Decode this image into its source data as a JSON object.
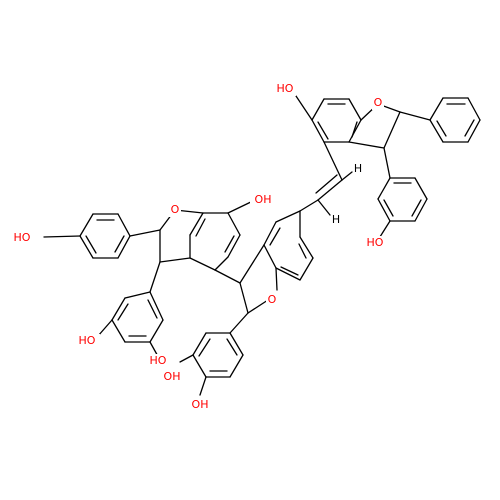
{
  "colors": {
    "background": "#ffffff",
    "bond": "#000000",
    "oxygen": "#ff0000",
    "hydrogen": "#000000"
  },
  "labels": {
    "ho_top_left": "HO",
    "o_top_ring": "O",
    "h_vinyl_1": "H",
    "h_vinyl_2": "H",
    "ho_top_phenyl": "HO",
    "oh_mid": "OH",
    "o_mid_ring": "O",
    "ho_far_left": "HO",
    "o_lower_ring": "O",
    "ho_left_lower": "HO",
    "ho_bottom_1": "HO",
    "oh_bottom_2": "OH",
    "oh_bottom_3": "OH"
  }
}
